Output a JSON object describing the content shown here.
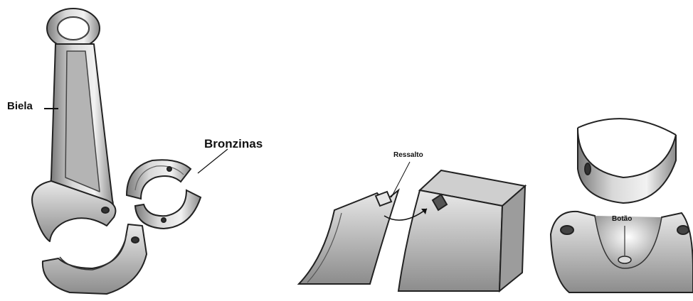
{
  "labels": {
    "biela": "Biela",
    "bronzinas": "Bronzinas",
    "ressalto": "Ressalto",
    "botao": "Botão"
  }
}
